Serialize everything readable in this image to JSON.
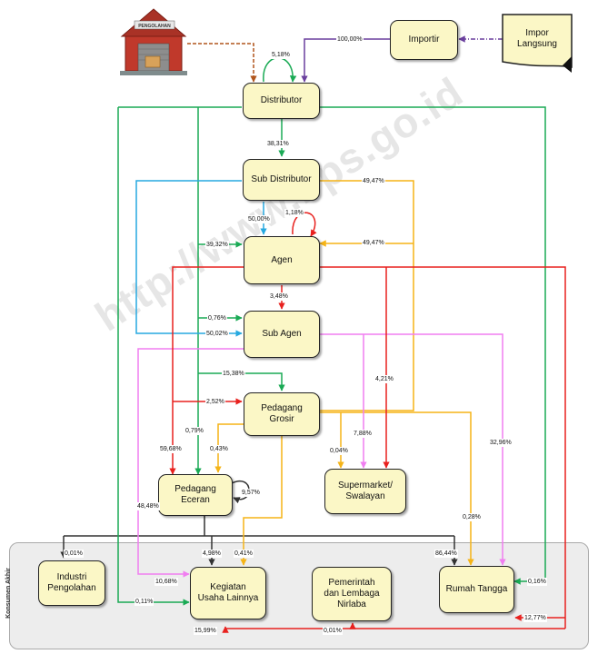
{
  "nodes": {
    "factory_sign": "PENGOLAHAN",
    "importir": "Importir",
    "impor_langsung": "Impor\nLangsung",
    "distributor": "Distributor",
    "sub_distributor": "Sub Distributor",
    "agen": "Agen",
    "sub_agen": "Sub Agen",
    "pedagang_grosir": "Pedagang\nGrosir",
    "pedagang_eceran": "Pedagang\nEceran",
    "supermarket": "Supermarket/\nSwalayan",
    "industri": "Industri\nPengolahan",
    "kegiatan": "Kegiatan\nUsaha Lainnya",
    "pemerintah": "Pemerintah\ndan Lembaga\nNirlaba",
    "rumah_tangga": "Rumah Tangga"
  },
  "zone": {
    "title": "Konsumen Akhir"
  },
  "watermark": "http://www.bps.go.id",
  "labels": {
    "dist_self": "5,18%",
    "imp_dist": "100,00%",
    "dist_subdist": "38,31%",
    "subdist_49": "49,47%",
    "subdist_agen": "50,00%",
    "agen_self": "1,18%",
    "dist_agen": "39,32%",
    "agen_49": "49,47%",
    "agen_subagen": "3,48%",
    "to_subagen_076": "0,76%",
    "to_subagen_5002": "50,02%",
    "dist_grosir": "15,38%",
    "to_grosir_252": "2,52%",
    "l_421": "4,21%",
    "l_788": "7,88%",
    "l_004": "0,04%",
    "l_3296": "32,96%",
    "l_079": "0,79%",
    "l_5968": "59,68%",
    "l_043": "0,43%",
    "eceran_self": "9,57%",
    "l_4848": "48,48%",
    "l_028": "0,28%",
    "l_001a": "0,01%",
    "l_498": "4,98%",
    "l_041": "0,41%",
    "l_8644": "86,44%",
    "l_1068": "10,68%",
    "l_011": "0,11%",
    "l_016": "0,16%",
    "l_1277": "12,77%",
    "l_1599": "15,99%",
    "l_001b": "0,01%"
  },
  "colors": {
    "green": "#1aaa55",
    "red": "#e8211e",
    "pink": "#f07ef0",
    "orange": "#f5b417",
    "blue": "#26a9e0",
    "purple": "#6a3f9e",
    "brown": "#b0551c",
    "black": "#333333",
    "node_fill": "#fbf7c6"
  }
}
